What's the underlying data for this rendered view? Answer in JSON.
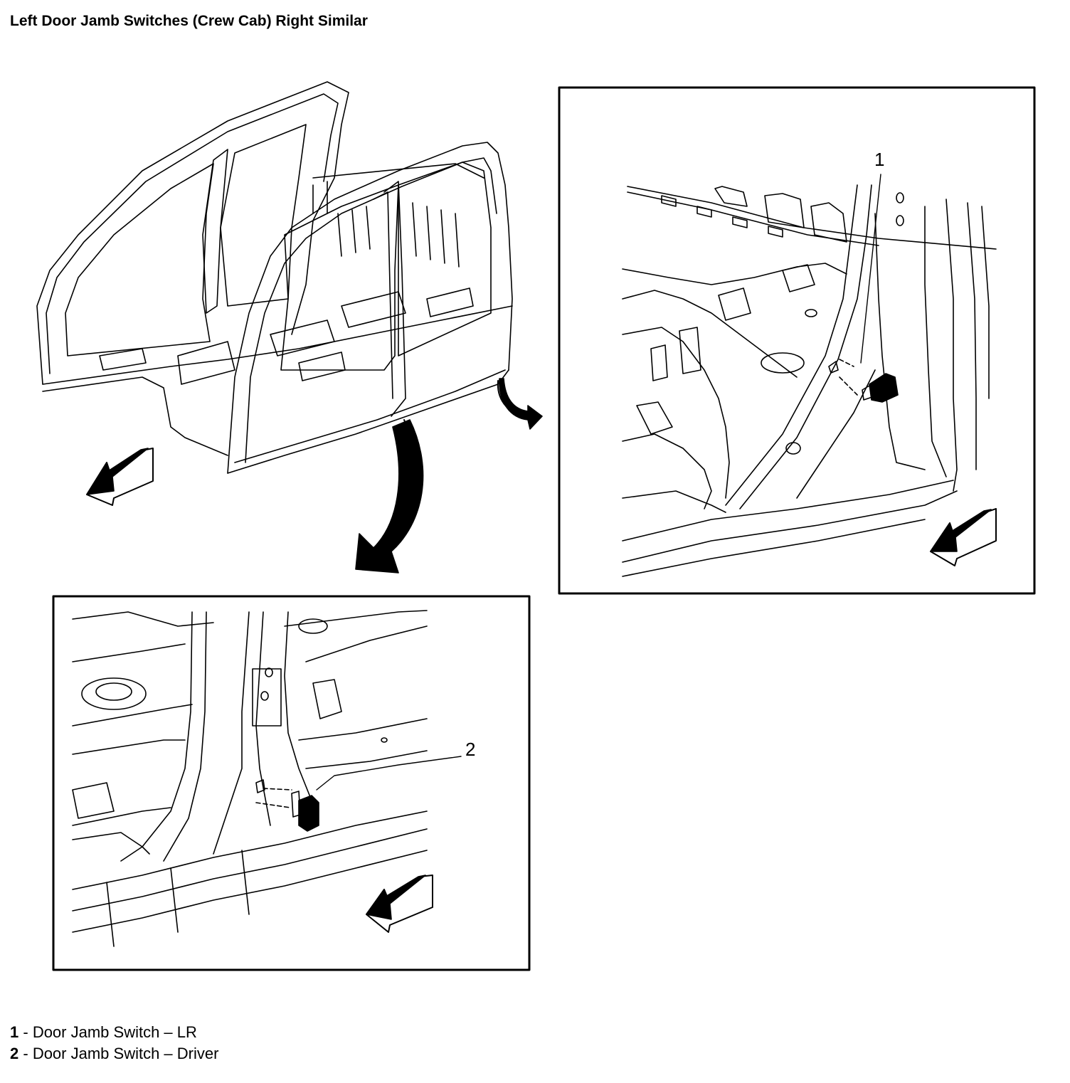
{
  "title": "Left Door Jamb Switches (Crew Cab) Right Similar",
  "callouts": {
    "c1": "1",
    "c2": "2"
  },
  "legend": [
    {
      "number": "1",
      "separator": " - ",
      "text": "Door Jamb Switch – LR"
    },
    {
      "number": "2",
      "separator": " - ",
      "text": "Door Jamb Switch – Driver"
    }
  ]
}
